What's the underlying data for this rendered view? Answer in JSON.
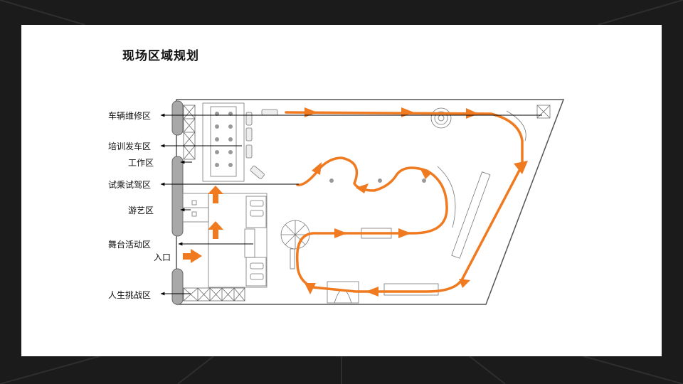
{
  "title": "现场区域规划",
  "zones": {
    "vehicle_repair": "车辆维修区",
    "training_departure": "培训发车区",
    "work": "工作区",
    "test_drive": "试乘试驾区",
    "amusement": "游艺区",
    "stage_activity": "舞台活动区",
    "entrance": "入口",
    "life_challenge": "人生挑战区"
  },
  "colors": {
    "route": "#f07a20",
    "outline": "#555555",
    "slide_bg": "#ffffff",
    "frame_bg": "#1b1b1b",
    "pillar": "#a8a8a8"
  }
}
